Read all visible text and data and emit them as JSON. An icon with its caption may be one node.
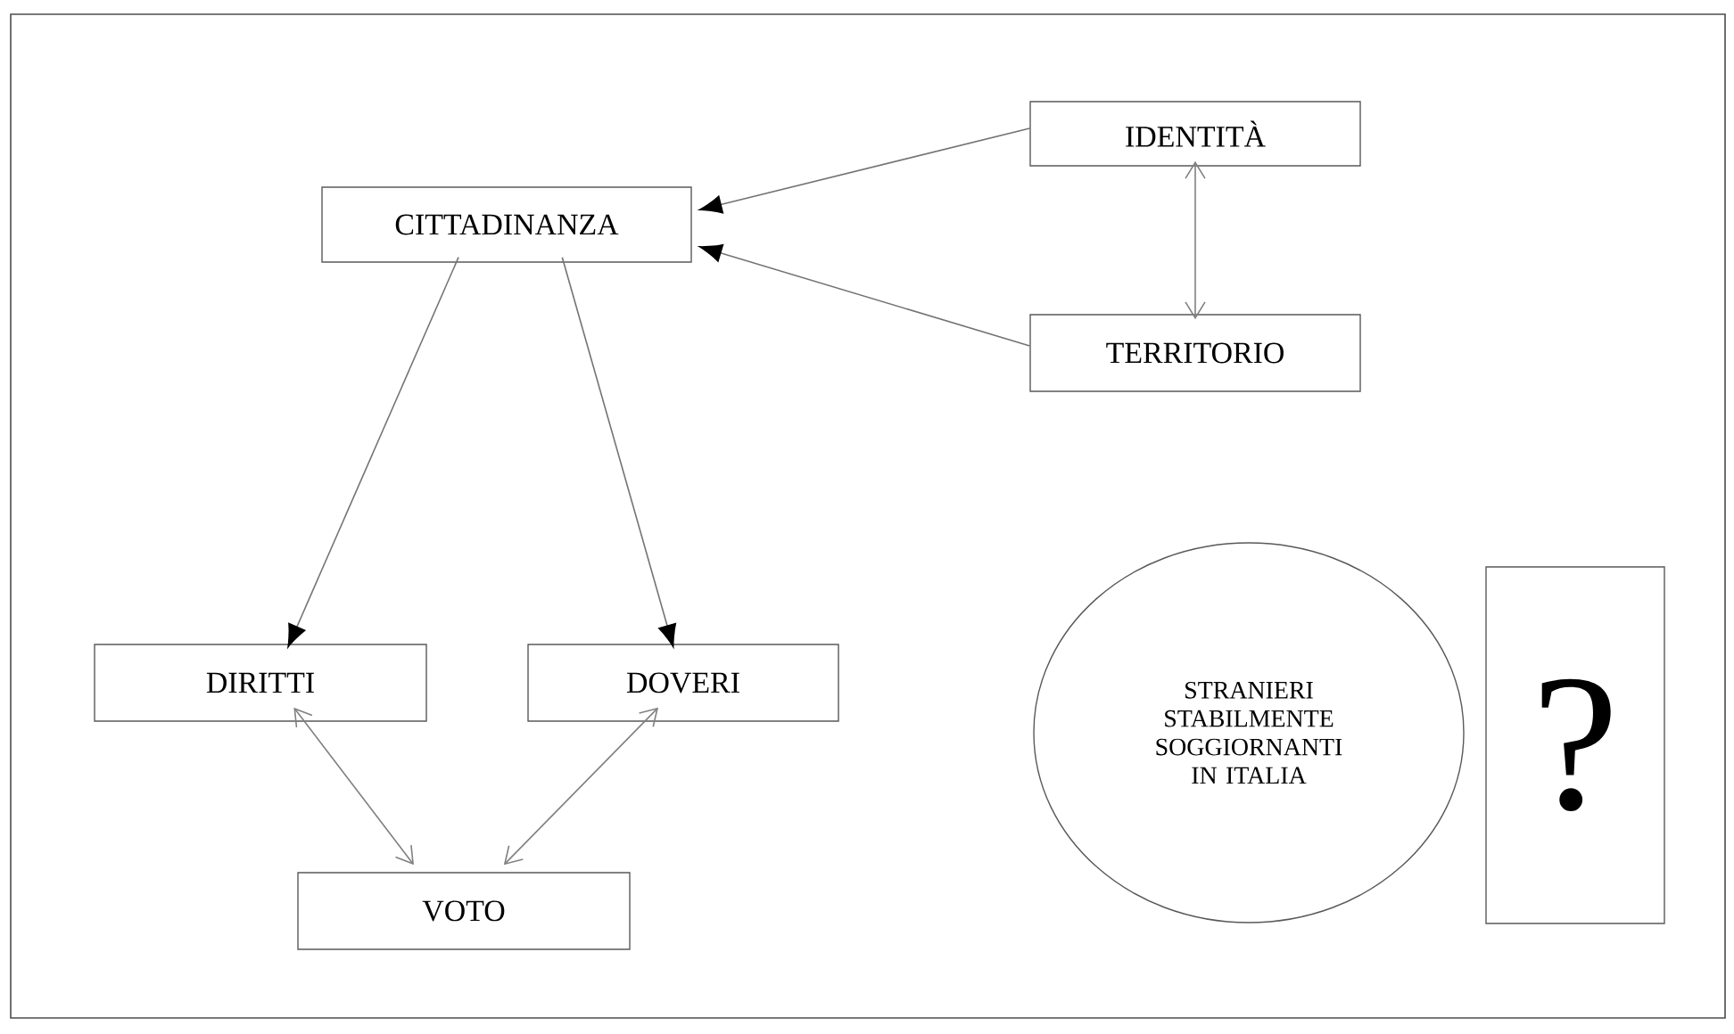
{
  "diagram": {
    "nodes": [
      {
        "text": [
          "CITTADINANZA"
        ]
      },
      {
        "text": [
          "IDENTITÀ"
        ]
      },
      {
        "text": [
          "TERRITORIO"
        ]
      },
      {
        "text": [
          "DIRITTI"
        ]
      },
      {
        "text": [
          "DOVERI"
        ]
      },
      {
        "text": [
          "VOTO"
        ]
      },
      {
        "text": [
          "STRANIERI STABILMENTE SOGGIORNANTI IN ITALIA"
        ]
      },
      {
        "text": [
          "?"
        ]
      }
    ],
    "edges": [
      {
        "from": 1,
        "to": 0,
        "arrow": "to"
      },
      {
        "from": 2,
        "to": 0,
        "arrow": "to"
      },
      {
        "from": 1,
        "to": 2,
        "arrow": "both"
      },
      {
        "from": 0,
        "to": 3,
        "arrow": "to"
      },
      {
        "from": 0,
        "to": 4,
        "arrow": "to"
      },
      {
        "from": 3,
        "to": 5,
        "arrow": "both"
      },
      {
        "from": 4,
        "to": 5,
        "arrow": "both"
      }
    ]
  }
}
